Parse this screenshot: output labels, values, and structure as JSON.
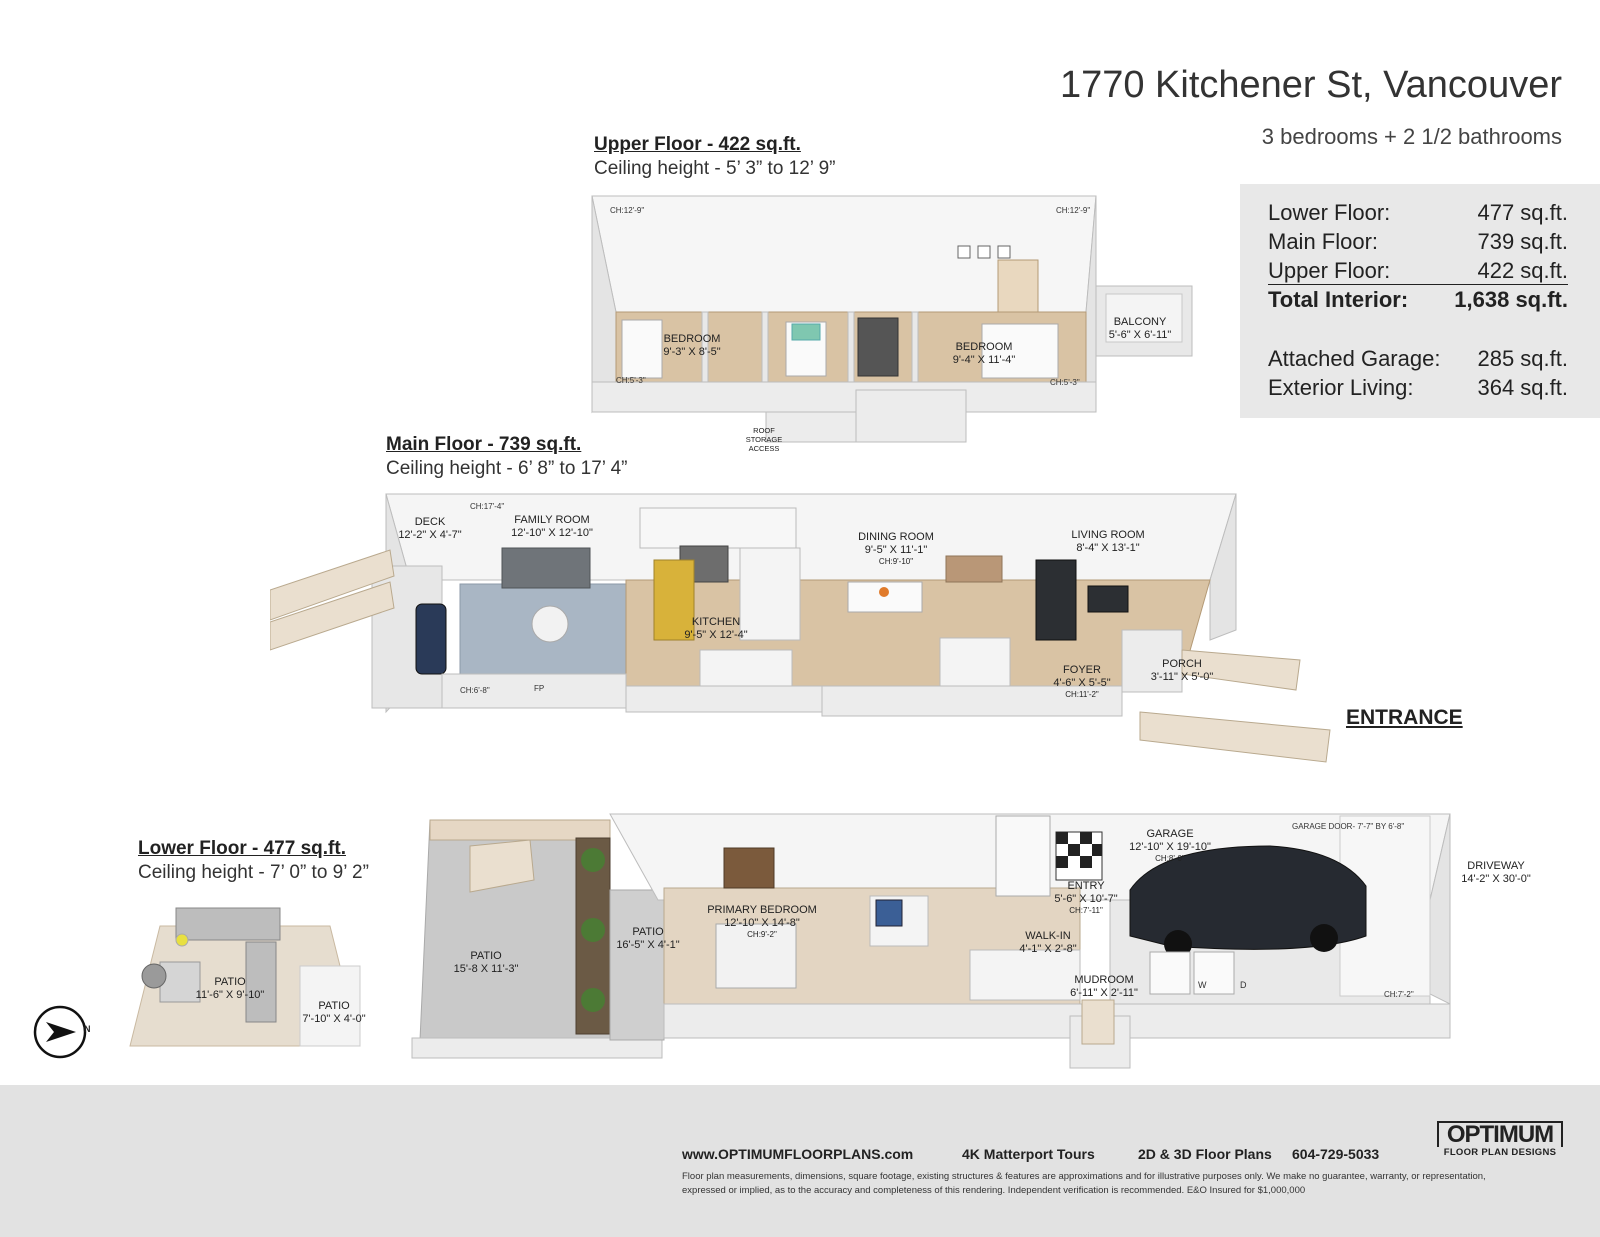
{
  "header": {
    "address": "1770 Kitchener St, Vancouver",
    "beds_baths": "3 bedrooms + 2 1/2 bathrooms"
  },
  "summary": [
    {
      "label": "Lower Floor:",
      "value": "477 sq.ft."
    },
    {
      "label": "Main Floor:",
      "value": "739 sq.ft."
    },
    {
      "label": "Upper Floor:",
      "value": "422 sq.ft."
    },
    {
      "label": "Total Interior:",
      "value": "1,638 sq.ft."
    },
    {
      "label": "Attached Garage:",
      "value": "285 sq.ft."
    },
    {
      "label": "Exterior Living:",
      "value": "364 sq.ft."
    }
  ],
  "upper": {
    "title": "Upper Floor - 422 sq.ft.",
    "ceiling": "Ceiling height - 5’ 3” to 12’ 9”",
    "bedroom1": {
      "name": "BEDROOM",
      "dims": "9'-3\" X 8'-5\""
    },
    "bedroom2": {
      "name": "BEDROOM",
      "dims": "9'-4\" X 11'-4\""
    },
    "balcony": {
      "name": "BALCONY",
      "dims": "5'-6\" X 6'-11\""
    },
    "roof_storage": "ROOF\nSTORAGE\nACCESS",
    "ch_tl": "CH:12'-9\"",
    "ch_tr": "CH:12'-9\"",
    "ch_bl": "CH:5'-3\"",
    "ch_br": "CH:5'-3\""
  },
  "main": {
    "title": "Main Floor - 739 sq.ft.",
    "ceiling": "Ceiling height - 6’ 8” to 17’ 4”",
    "deck": {
      "name": "DECK",
      "dims": "12'-2\" X 4'-7\""
    },
    "family": {
      "name": "FAMILY ROOM",
      "dims": "12'-10\" X 12'-10\""
    },
    "kitchen": {
      "name": "KITCHEN",
      "dims": "9'-5\" X 12'-4\""
    },
    "dining": {
      "name": "DINING ROOM",
      "dims": "9'-5\" X 11'-1\"",
      "ch": "CH:9'-10\""
    },
    "living": {
      "name": "LIVING ROOM",
      "dims": "8'-4\" X 13'-1\""
    },
    "foyer": {
      "name": "FOYER",
      "dims": "4'-6\" X 5'-5\"",
      "ch": "CH:11'-2\""
    },
    "porch": {
      "name": "PORCH",
      "dims": "3'-11\" X 5'-0\""
    },
    "ch_top": "CH:17'-4\"",
    "ch_bl": "CH:6'-8\"",
    "fp": "FP",
    "entrance": "ENTRANCE"
  },
  "lower": {
    "title": "Lower Floor - 477 sq.ft.",
    "ceiling": "Ceiling height - 7’ 0” to 9’ 2”",
    "patio_big": {
      "name": "PATIO",
      "dims": "15'-8 X 11'-3\""
    },
    "patio_narrow": {
      "name": "PATIO",
      "dims": "16'-5\" X 4'-1\""
    },
    "patio_a": {
      "name": "PATIO",
      "dims": "11'-6\" X 9'-10\""
    },
    "patio_b": {
      "name": "PATIO",
      "dims": "7'-10\" X 4'-0\""
    },
    "primary": {
      "name": "PRIMARY BEDROOM",
      "dims": "12'-10\" X 14'-8\"",
      "ch": "CH:9'-2\""
    },
    "entry": {
      "name": "ENTRY",
      "dims": "5'-6\" X 10'-7\"",
      "ch": "CH:7'-11\""
    },
    "walkin": {
      "name": "WALK-IN",
      "dims": "4'-1\" X 2'-8\""
    },
    "mudroom": {
      "name": "MUDROOM",
      "dims": "6'-11\" X 2'-11\""
    },
    "garage": {
      "name": "GARAGE",
      "dims": "12'-10\" X 19'-10\"",
      "ch": "CH:8'-0\""
    },
    "garage_door": "GARAGE DOOR- 7'-7\" BY 6'-8\"",
    "driveway": {
      "name": "DRIVEWAY",
      "dims": "14'-2\" X 30'-0\""
    },
    "ch_garage_br": "CH:7'-2\"",
    "washer": "W",
    "dryer": "D"
  },
  "footer": {
    "website": "www.OPTIMUMFLOORPLANS.com",
    "tours": "4K Matterport Tours",
    "plans": "2D & 3D Floor Plans",
    "phone": "604-729-5033",
    "disclaimer": "Floor plan measurements, dimensions, square footage, existing structures & features are approximations and for illustrative purposes only. We make no guarantee, warranty, or representation, expressed or implied, as to the accuracy and completeness of this rendering. Independent verification is recommended. E&O Insured for $1,000,000",
    "logo_main": "OPTIMUM",
    "logo_sub": "FLOOR PLAN DESIGNS"
  },
  "compass_letter": "N",
  "colors": {
    "floor_wood": "#d9c3a4",
    "wall": "#ececec",
    "wall_edge": "#9a9a9a",
    "summary_bg": "#e8e8e8",
    "footer_bg": "#e2e2e2"
  }
}
